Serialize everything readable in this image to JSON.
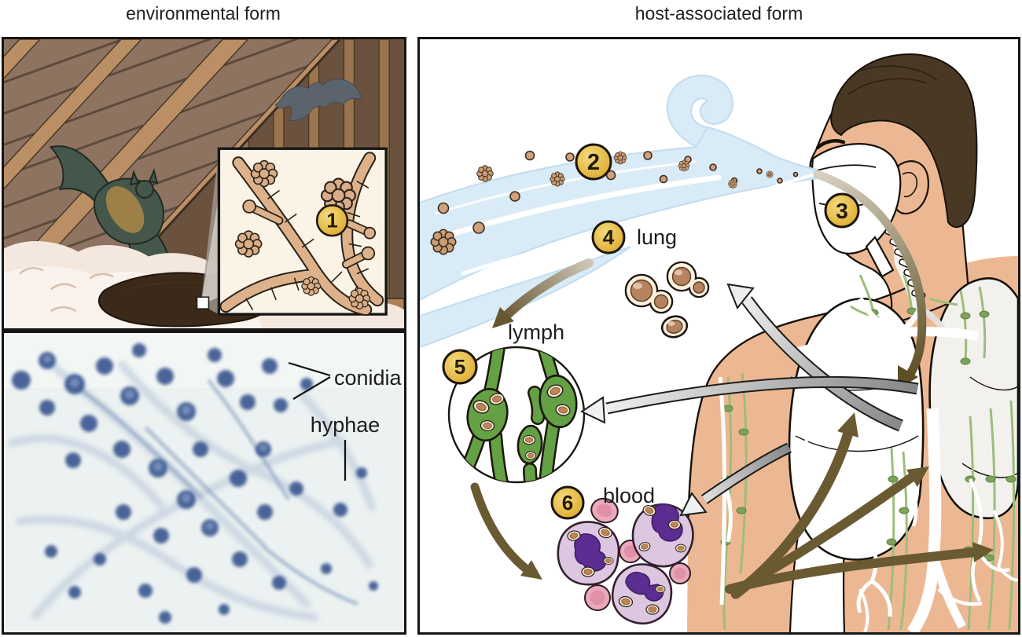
{
  "titles": {
    "left": "environmental form",
    "right": "host-associated form"
  },
  "attic": {
    "step": "1"
  },
  "micrograph": {
    "conidia": "conidia",
    "hyphae": "hyphae"
  },
  "host": {
    "step2": "2",
    "step3": "3",
    "step4": "4",
    "step5": "5",
    "step6": "6",
    "lung": "lung",
    "lymph": "lymph",
    "blood": "blood"
  },
  "colors": {
    "marker_gold": "#e9bd43",
    "air_stream": "#d9ebf7",
    "lymph_green": "#63a144",
    "skin": "#ecb893",
    "hair": "#493823",
    "arrow_gray": "#9a9a9a",
    "arrow_brown": "#6a5a31",
    "micrograph_blue": "#39558f",
    "hyphae_tan": "#ddb28b",
    "wood": "#8e7361",
    "yeast_brown": "#b5835f"
  }
}
